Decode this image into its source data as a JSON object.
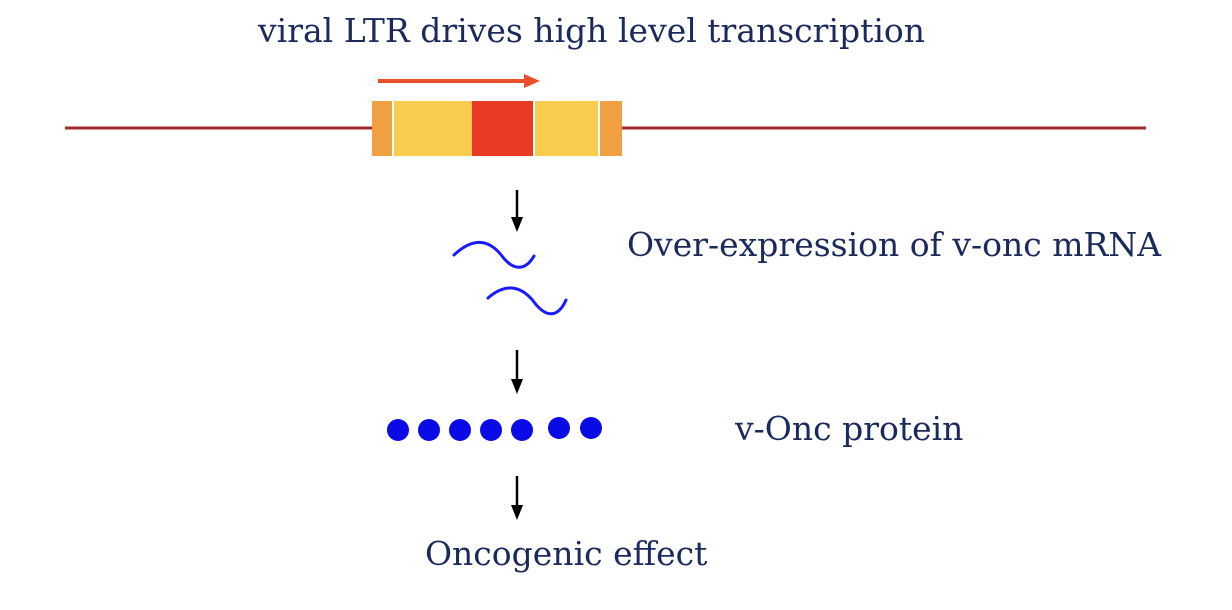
{
  "diagram": {
    "title": "viral LTR drives high level transcription",
    "mrna_label": "Over-expression of v-onc mRNA",
    "protein_label": "v-Onc protein",
    "effect_label": "Oncogenic effect"
  },
  "colors": {
    "text": "#1b2a5c",
    "dna_line": "#a52a2a",
    "ltr_orange": "#f0a040",
    "ltr_yellow": "#f8cc4c",
    "oncogene_red": "#e83a24",
    "transcription_arrow": "#e8502a",
    "mrna_blue": "#1a1aff",
    "protein_blue": "#0a0ae6",
    "flow_arrow": "#000000"
  },
  "icons": {
    "transcription": "arrow-right-icon",
    "flow": "arrow-down-icon",
    "mrna": "wave-icon",
    "protein": "dot-icon"
  }
}
